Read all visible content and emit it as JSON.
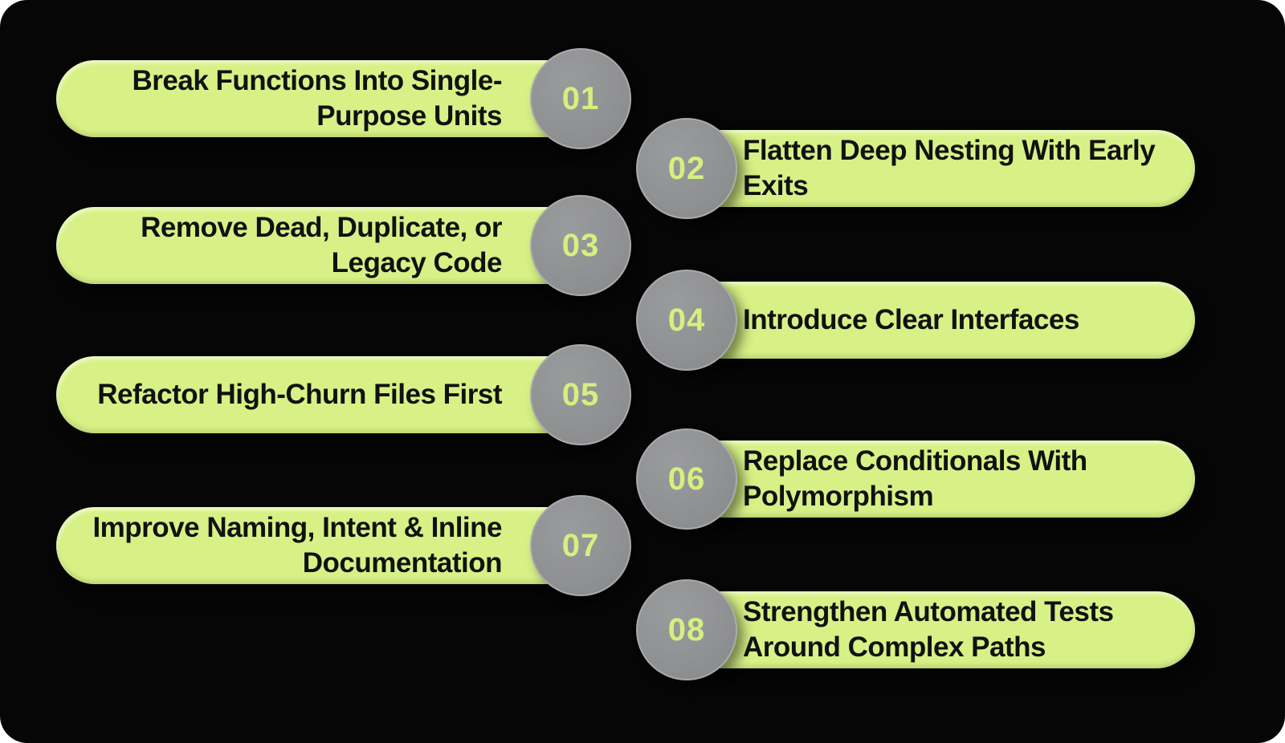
{
  "canvas": {
    "page_background": "#ffffff",
    "background": "#060606"
  },
  "palette": {
    "bar_green": "#d7f186",
    "circle_gray": "#8f9092",
    "number_green": "#d5f07e",
    "title_text": "#111111"
  },
  "items": [
    {
      "number": "01",
      "side": "left",
      "title": "Break Functions Into Single-Purpose Units",
      "lines": [
        "Break Functions Into Single-",
        "Purpose Units"
      ]
    },
    {
      "number": "02",
      "side": "right",
      "title": "Flatten Deep Nesting With Early Exits",
      "lines": [
        "Flatten Deep Nesting With Early",
        "Exits"
      ]
    },
    {
      "number": "03",
      "side": "left",
      "title": "Remove Dead, Duplicate, or Legacy Code",
      "lines": [
        "Remove Dead, Duplicate, or",
        "Legacy Code"
      ]
    },
    {
      "number": "04",
      "side": "right",
      "title": "Introduce Clear Interfaces",
      "lines": [
        "Introduce Clear Interfaces"
      ]
    },
    {
      "number": "05",
      "side": "left",
      "title": "Refactor High-Churn Files First",
      "lines": [
        "Refactor High-Churn Files First"
      ]
    },
    {
      "number": "06",
      "side": "right",
      "title": "Replace Conditionals With Polymorphism",
      "lines": [
        "Replace Conditionals With",
        "Polymorphism"
      ]
    },
    {
      "number": "07",
      "side": "left",
      "title": "Improve Naming, Intent & Inline Documentation",
      "lines": [
        "Improve Naming, Intent & Inline",
        "Documentation"
      ]
    },
    {
      "number": "08",
      "side": "right",
      "title": "Strengthen Automated Tests Around Complex Paths",
      "lines": [
        "Strengthen Automated Tests",
        "Around Complex Paths"
      ]
    }
  ]
}
